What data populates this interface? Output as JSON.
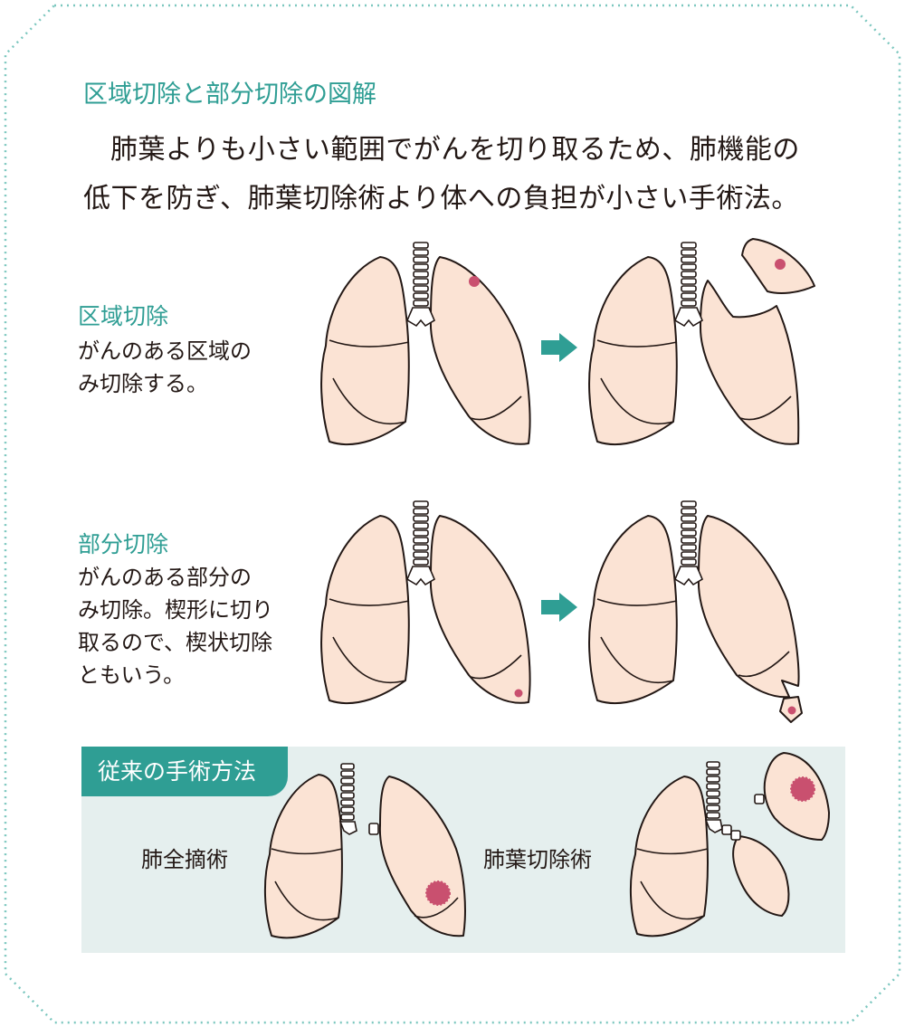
{
  "title": "区域切除と部分切除の図解",
  "intro": {
    "line1": "肺葉よりも小さい範囲でがんを切り取るため、肺機能の",
    "line2": "低下を防ぎ、肺葉切除術より体への負担が小さい手術法。"
  },
  "segmentectomy": {
    "heading": "区域切除",
    "desc_lines": [
      "がんのある区域の",
      "み切除する。"
    ]
  },
  "wedge_resection": {
    "heading": "部分切除",
    "desc_lines": [
      "がんのある部分の",
      "み切除。楔形に切り",
      "取るので、楔状切除",
      "ともいう。"
    ]
  },
  "conventional": {
    "badge": "従来の手術方法",
    "pneumonectomy_label": "肺全摘術",
    "lobectomy_label": "肺葉切除術"
  },
  "colors": {
    "accent": "#2f9e94",
    "lung_fill": "#fbe3d4",
    "tumor": "#c9506f",
    "panel_bg": "#e5efee",
    "outline": "#231815"
  }
}
